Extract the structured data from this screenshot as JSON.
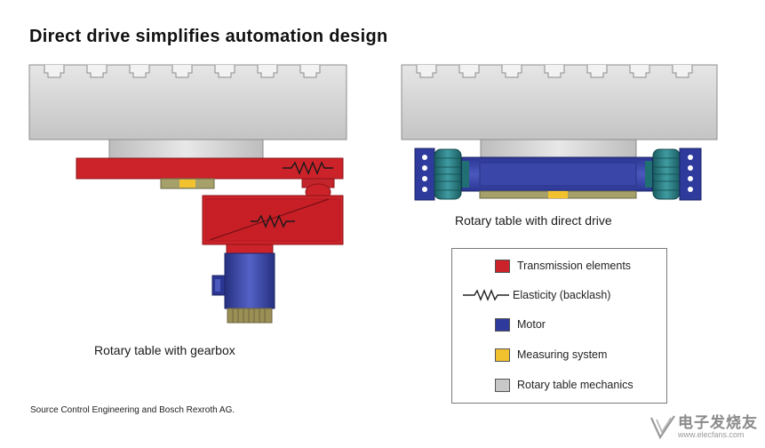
{
  "title": "Direct drive simplifies automation design",
  "left_caption": "Rotary table with gearbox",
  "right_caption": "Rotary table with direct drive",
  "source": "Source Control Engineering and Bosch Rexroth AG.",
  "legend": {
    "items": [
      {
        "label": "Transmission elements",
        "symbol": "swatch",
        "color": "#cc2229"
      },
      {
        "label": "Elasticity (backlash)",
        "symbol": "spring-icon",
        "color": "#222222"
      },
      {
        "label": "Motor",
        "symbol": "swatch",
        "color": "#2e3a9c"
      },
      {
        "label": "Measuring system",
        "symbol": "swatch",
        "color": "#f2c12e"
      },
      {
        "label": "Rotary table mechanics",
        "symbol": "swatch",
        "color": "#c8c8c8"
      }
    ]
  },
  "colors": {
    "transmission": "#cc2229",
    "motor": "#2e3a9c",
    "measuring": "#f2c12e",
    "mechanics": "#c8c8c8",
    "bearing": "#1f6f73"
  },
  "watermark": {
    "text": "电子发烧友",
    "url": "www.elecfans.com"
  }
}
